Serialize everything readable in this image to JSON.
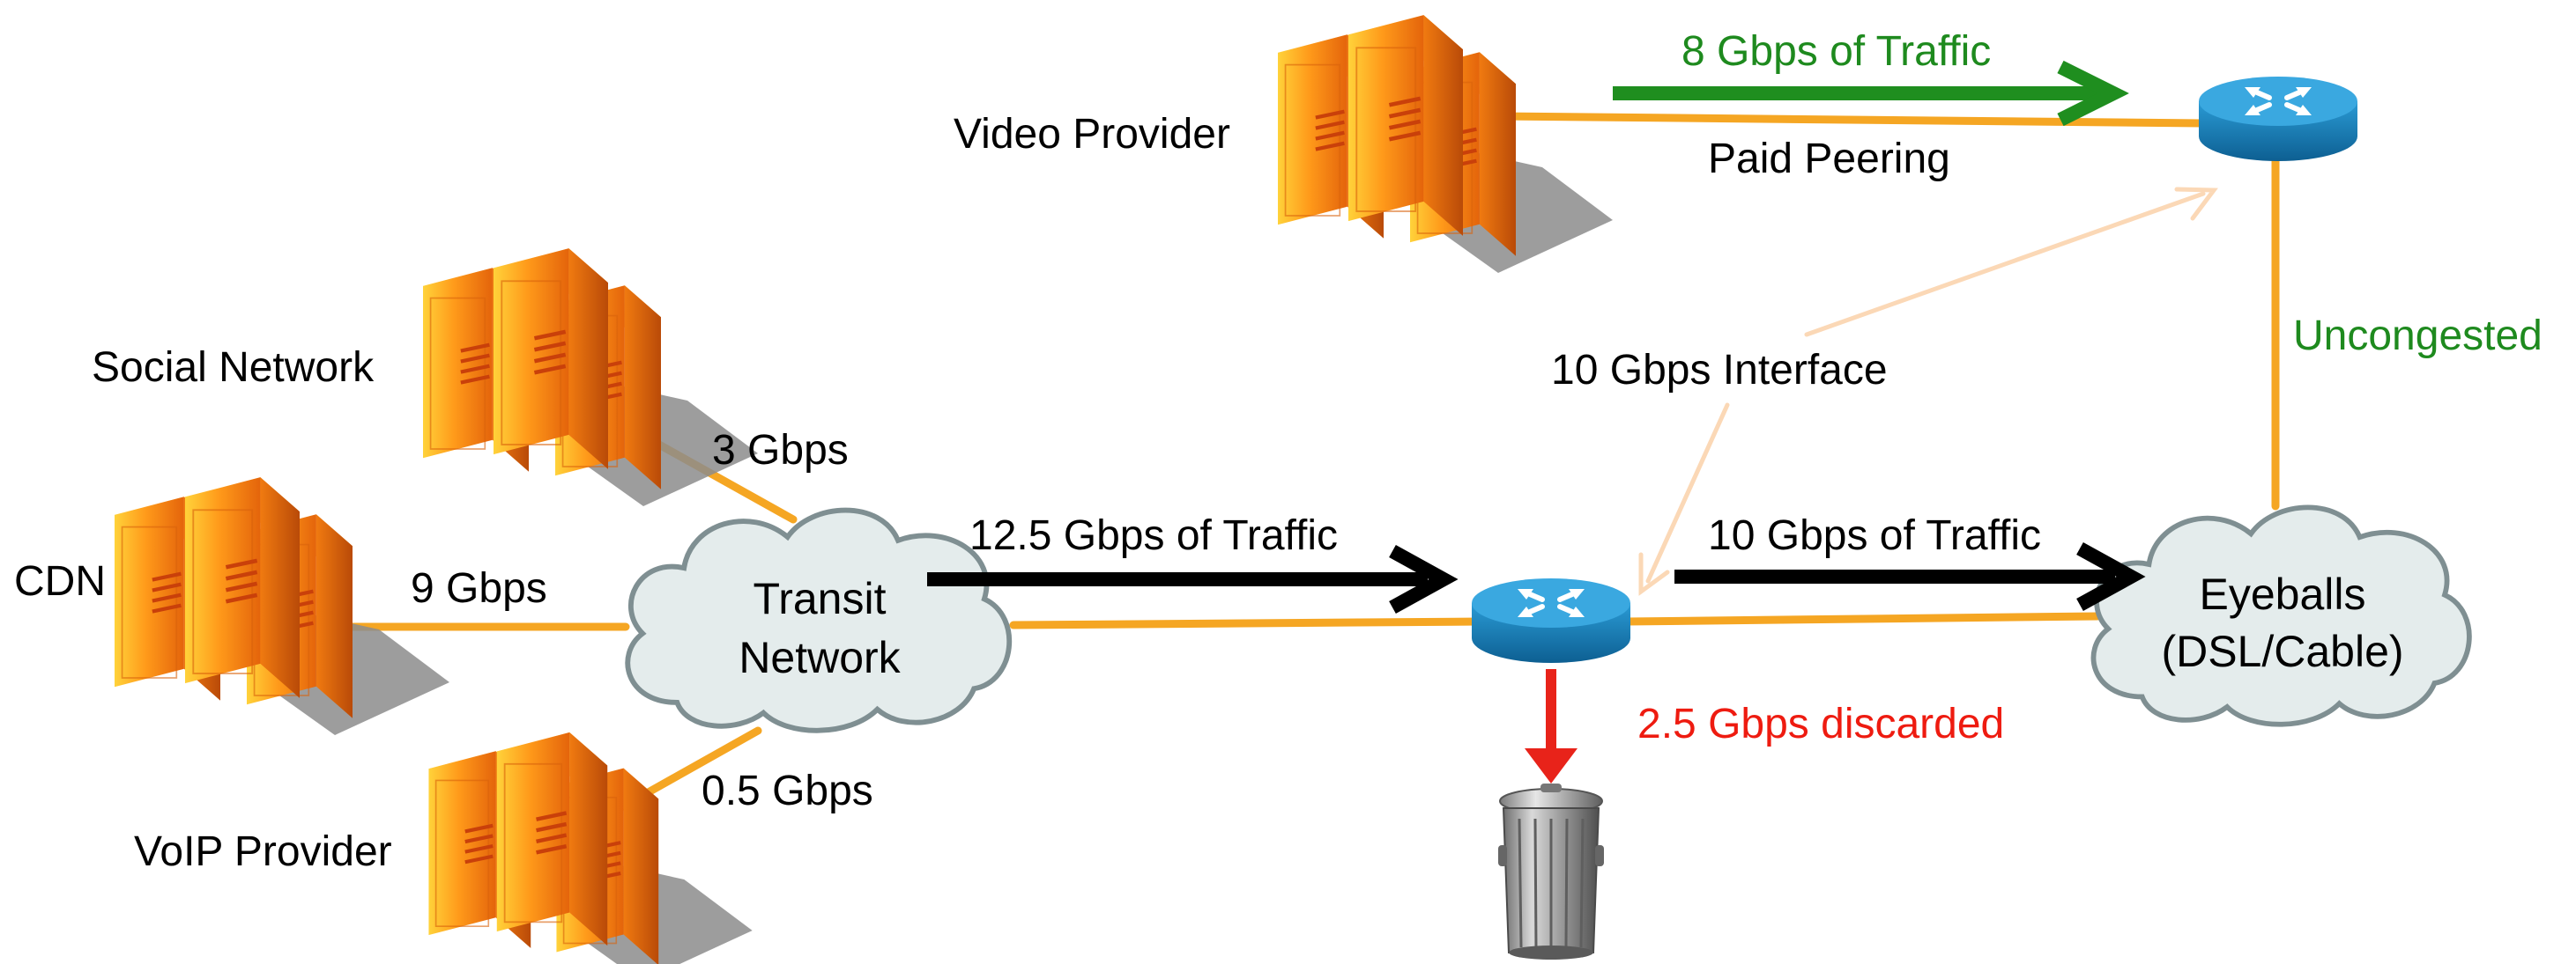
{
  "nodes": {
    "video_provider": "Video Provider",
    "social_network": "Social Network",
    "cdn": "CDN",
    "voip_provider": "VoIP Provider",
    "transit_line1": "Transit",
    "transit_line2": "Network",
    "eyeballs_line1": "Eyeballs",
    "eyeballs_line2": "(DSL/Cable)"
  },
  "links": {
    "social_rate": "3 Gbps",
    "cdn_rate": "9 Gbps",
    "voip_rate": "0.5 Gbps",
    "video_traffic": "8 Gbps of Traffic",
    "paid_peering": "Paid Peering",
    "uncongested": "Uncongested",
    "interface": "10 Gbps Interface",
    "transit_traffic": "12.5 Gbps of Traffic",
    "eyeball_traffic": "10 Gbps of Traffic",
    "discarded": "2.5 Gbps discarded"
  },
  "colors": {
    "link": "#f5a623",
    "arrow_main": "#000000",
    "arrow_video": "#1f8e1f",
    "arrow_discard": "#e8231a",
    "annotation_arrow": "#fbd8b6",
    "cloud_fill": "#e3ecec",
    "router": "#1b87c2",
    "server": "#f58a12"
  },
  "icons": {
    "server": "server-stack-icon",
    "router": "router-icon",
    "cloud": "cloud-icon",
    "trash": "trash-can-icon"
  }
}
